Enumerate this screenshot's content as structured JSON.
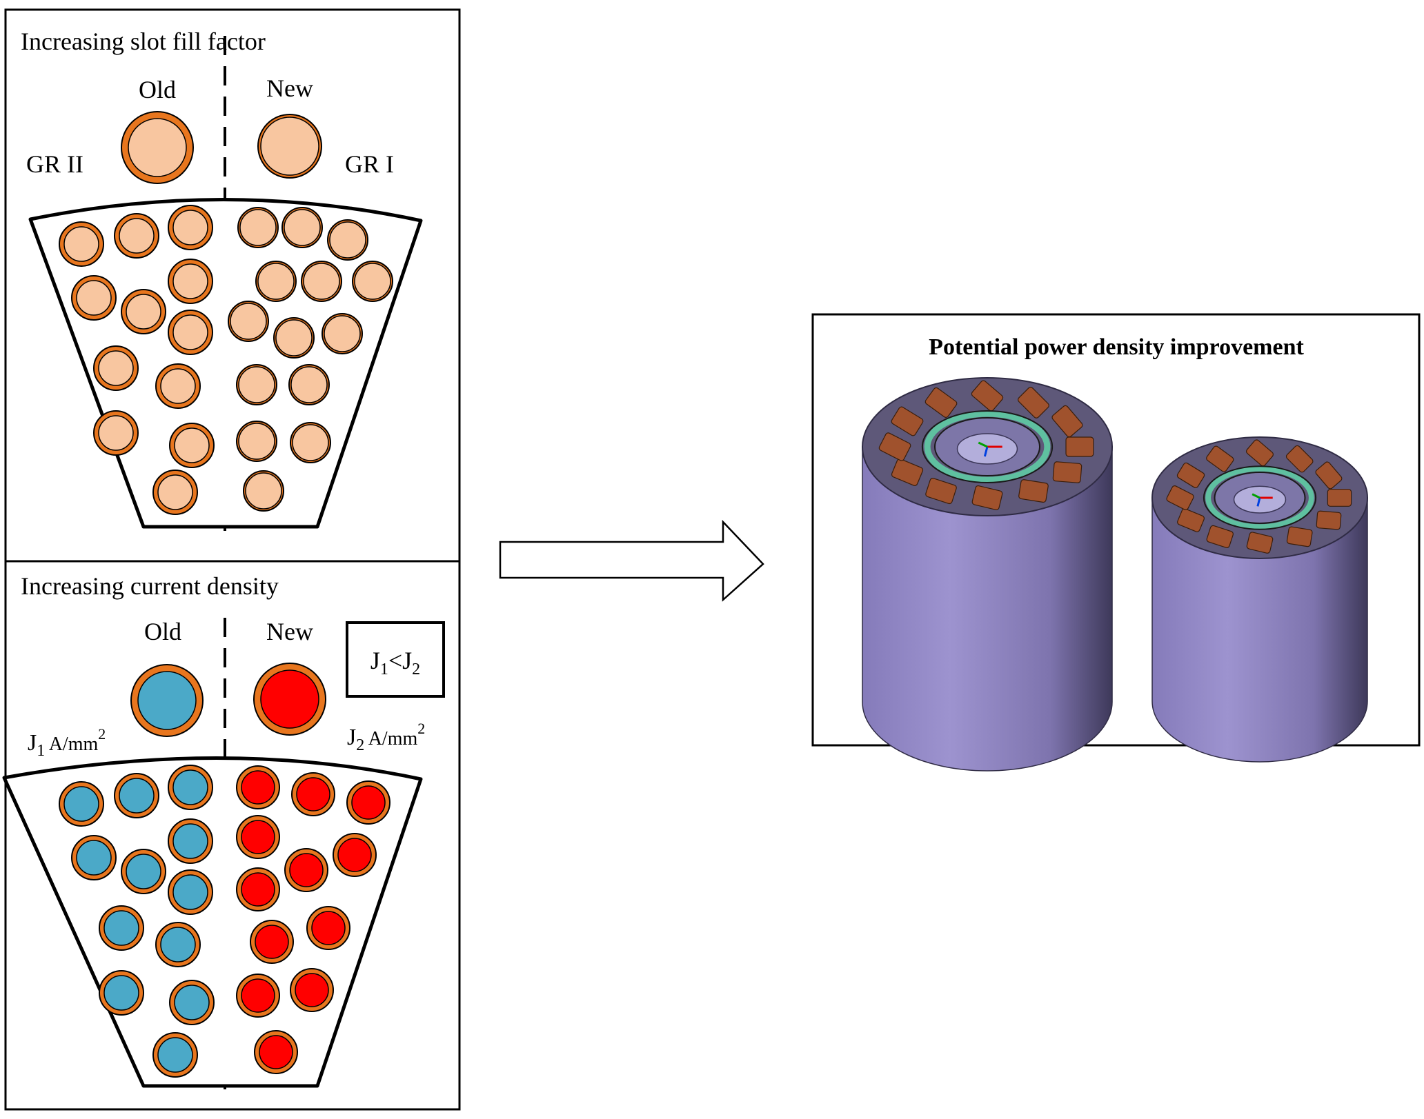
{
  "panel_top": {
    "title": "Increasing slot fill factor",
    "old_label": "Old",
    "new_label": "New",
    "left_group_label": "GR II",
    "right_group_label": "GR I"
  },
  "panel_bottom": {
    "title": "Increasing current density",
    "old_label": "Old",
    "new_label": "New",
    "relation": {
      "j1_base": "J",
      "j1_sub": "1",
      "lt": "<",
      "j2_base": "J",
      "j2_sub": "2"
    },
    "left_density": {
      "base": "J",
      "sub": "1",
      "unit": " A/mm",
      "sup": "2"
    },
    "right_density": {
      "base": "J",
      "sub": "2",
      "unit": " A/mm",
      "sup": "2"
    }
  },
  "result": {
    "title": "Potential power density improvement"
  },
  "colors": {
    "copper_fill": "#F8C6A0",
    "insulation": "#E8761E",
    "blue_conductor": "#4BA9C8",
    "red_conductor": "#FF0000",
    "motor_body": "#9086C4",
    "motor_top": "#5E5879",
    "winding": "#A0522D",
    "ring": "#5FC0A0"
  }
}
